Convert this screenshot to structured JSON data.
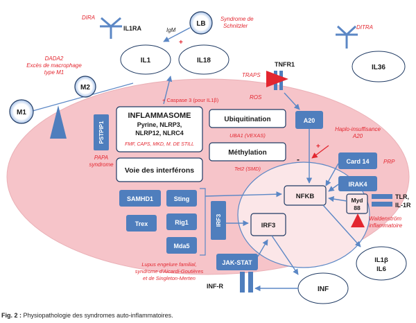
{
  "colors": {
    "blue_box": "#4f7ebd",
    "blue_line": "#5b87c5",
    "red": "#e3262f",
    "pink_ellipse": "#f6c4c9",
    "pink_ellipse_stroke": "#eab0b6",
    "light_pink_fill": "#fbe6e8",
    "dark_navy": "#1f3a63",
    "text_dark": "#1a1a1a"
  },
  "labels": {
    "il1ra": "IL1RA",
    "lb": "LB",
    "igm": "IgM",
    "plus_top": "+",
    "il1": "IL1",
    "il18": "IL18",
    "m1": "M1",
    "m2": "M2",
    "tnfr1": "TNFR1",
    "il36": "IL36",
    "caspase": "+ Caspase 3 (pour IL1β)",
    "inflammasome_title": "INFLAMMASOME",
    "inflammasome_line1": "Pyrine, NLRP3,",
    "inflammasome_line2": "NLRP12, NLRC4",
    "pstpip1": "PSTPIP1",
    "ubiquitination": "Ubiquitination",
    "methylation": "Méthylation",
    "a20": "A20",
    "minus": "-",
    "plus_red": "+",
    "voie_interferons": "Voie des interférons",
    "card14": "Card 14",
    "irak4": "IRAK4",
    "nfkb": "NFKB",
    "samhd1": "SAMHD1",
    "sting": "Sting",
    "trex": "Trex",
    "rig1": "Rig1",
    "mda5": "Mda5",
    "irf3_vertical": "IRF3",
    "irf3": "IRF3",
    "myd88_line1": "Myd",
    "myd88_line2": "88",
    "tlr": "TLR,",
    "il1r": "IL-1R",
    "il1b": "IL1β",
    "il6": "IL6",
    "jakstat": "JAK-STAT",
    "infr": "INF-R",
    "inf": "INF"
  },
  "annotations": {
    "dira": "DIRA",
    "schnitzler_line1": "Syndrome de",
    "schnitzler_line2": "Schnitzler",
    "ditra": "DITRA",
    "dada2_line1": "DADA2",
    "dada2_line2": "Excès de macrophage",
    "dada2_line3": "type M1",
    "traps": "TRAPS",
    "ros": "ROS",
    "inflammasome_diseases": "FMF, CAPS, MKD, M. DE STILL",
    "uba1": "UBA1 (VEXAS)",
    "tet2": "Tet2 (SMD)",
    "haplo_line1": "Haplo-insuffisance",
    "haplo_line2": "A20",
    "prp": "PRP",
    "papa_line1": "PAPA",
    "papa_line2": "syndrome",
    "waldenstrom_line1": "Waldenström",
    "waldenstrom_line2": "inflammatoire",
    "lupus_line1": "Lupus engelure familial,",
    "lupus_line2": "syndrome d'Aicardi-Goutières",
    "lupus_line3": "et de Singleton-Merten"
  },
  "caption": {
    "label": "Fig. 2 :",
    "text": " Physiopathologie des syndromes auto-inflammatoires."
  }
}
